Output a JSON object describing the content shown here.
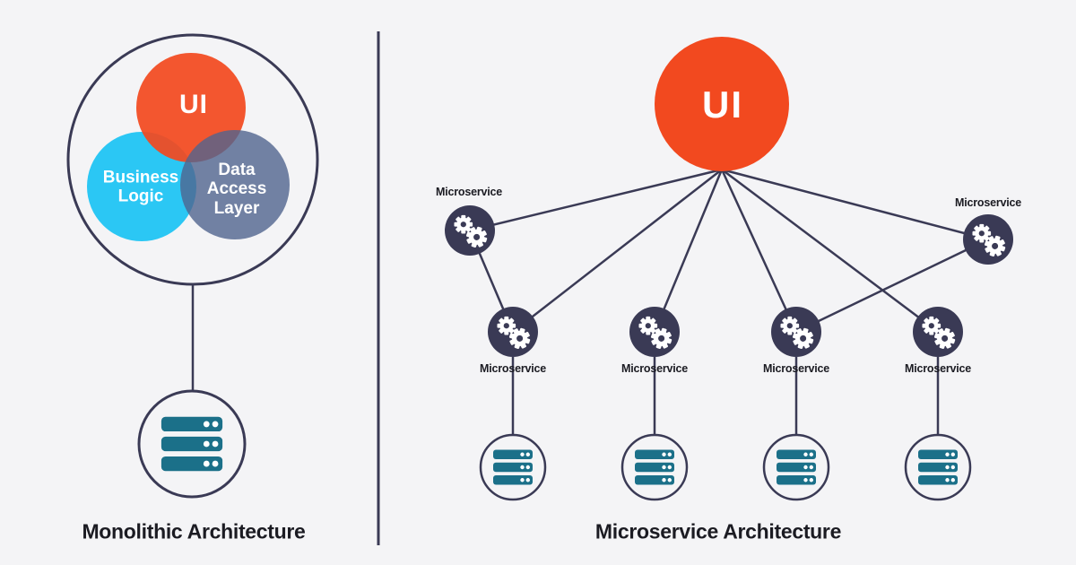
{
  "colors": {
    "background": "#F4F4F6",
    "navy": "#3A3A55",
    "orange": "#F2491F",
    "cyan": "#2BC7F4",
    "slate": "#50648E",
    "teal": "#1B7089",
    "label_dark": "#1B1B22",
    "white_text": "#FFFFFF"
  },
  "icons": {
    "microservice": "gear-icon",
    "database": "server-stack-icon"
  },
  "left_panel": {
    "title": "Monolithic Architecture",
    "venn": {
      "ui_label": "UI",
      "business_logic_label": "Business Logic",
      "data_access_label": "Data Access Layer"
    }
  },
  "right_panel": {
    "title": "Microservice Architecture",
    "ui_label": "UI",
    "microservices": [
      {
        "position": "upper-left",
        "label": "Microservice"
      },
      {
        "position": "upper-right",
        "label": "Microservice"
      },
      {
        "position": "row-1",
        "label": "Microservice"
      },
      {
        "position": "row-2",
        "label": "Microservice"
      },
      {
        "position": "row-3",
        "label": "Microservice"
      },
      {
        "position": "row-4",
        "label": "Microservice"
      }
    ]
  }
}
